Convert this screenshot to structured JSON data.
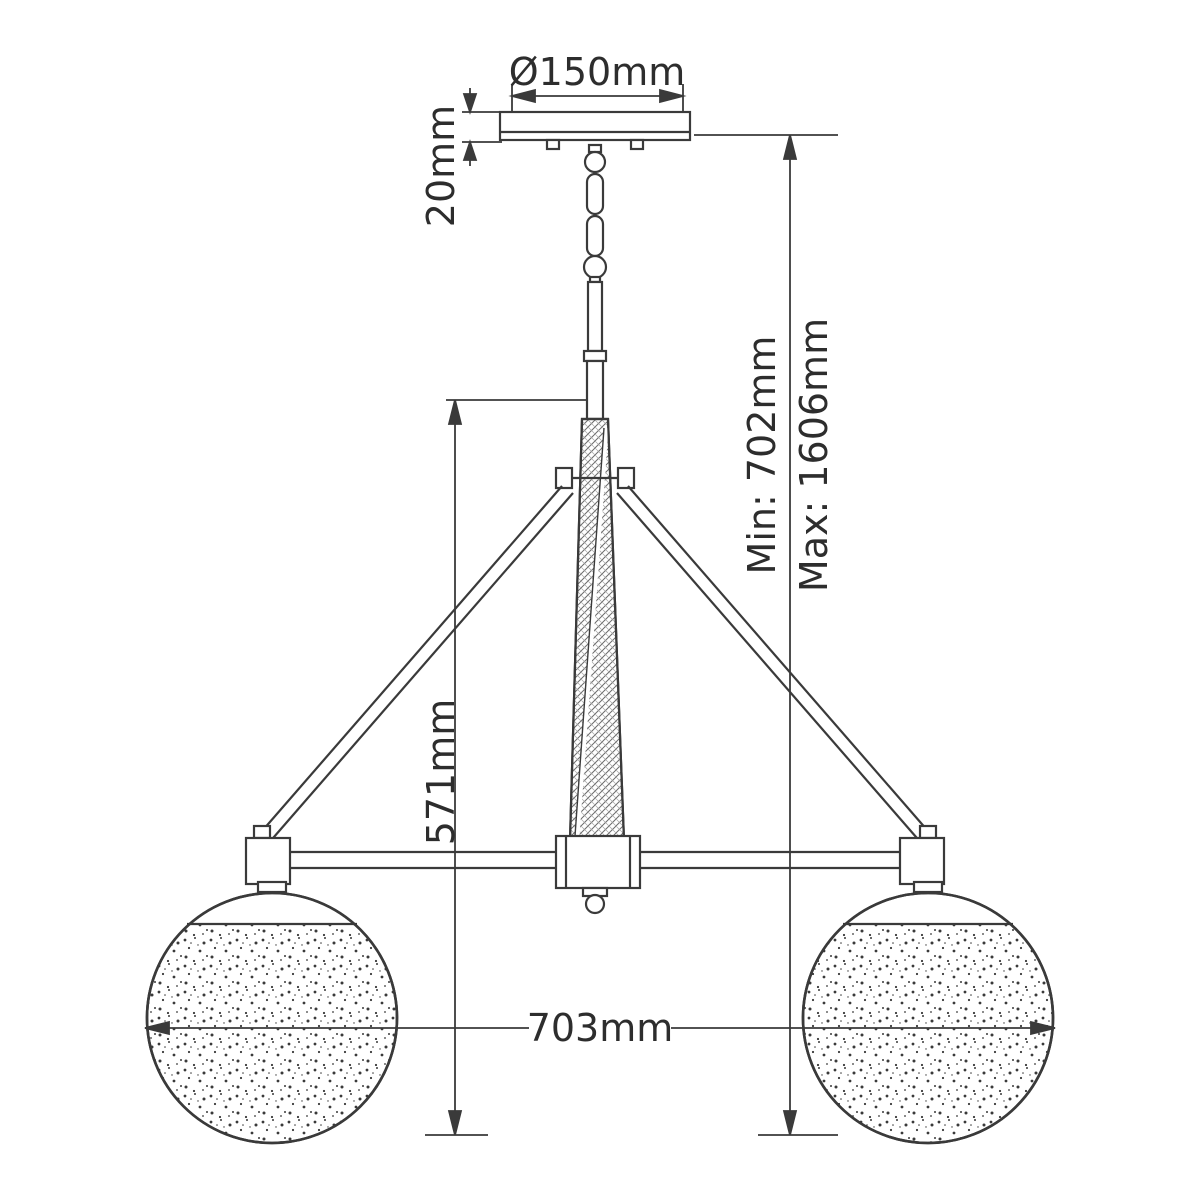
{
  "diagram": {
    "subject": "two-globe-chandelier-dimension-drawing",
    "labels": {
      "canopy_diameter": "Ø150mm",
      "canopy_height": "20mm",
      "min_height": "Min: 702mm",
      "max_height": "Max: 1606mm",
      "stem_to_bottom_height": "571mm",
      "overall_width": "703mm"
    },
    "colors": {
      "line": "#3a3a3a",
      "text": "#2d2d2d",
      "background": "#ffffff"
    }
  }
}
